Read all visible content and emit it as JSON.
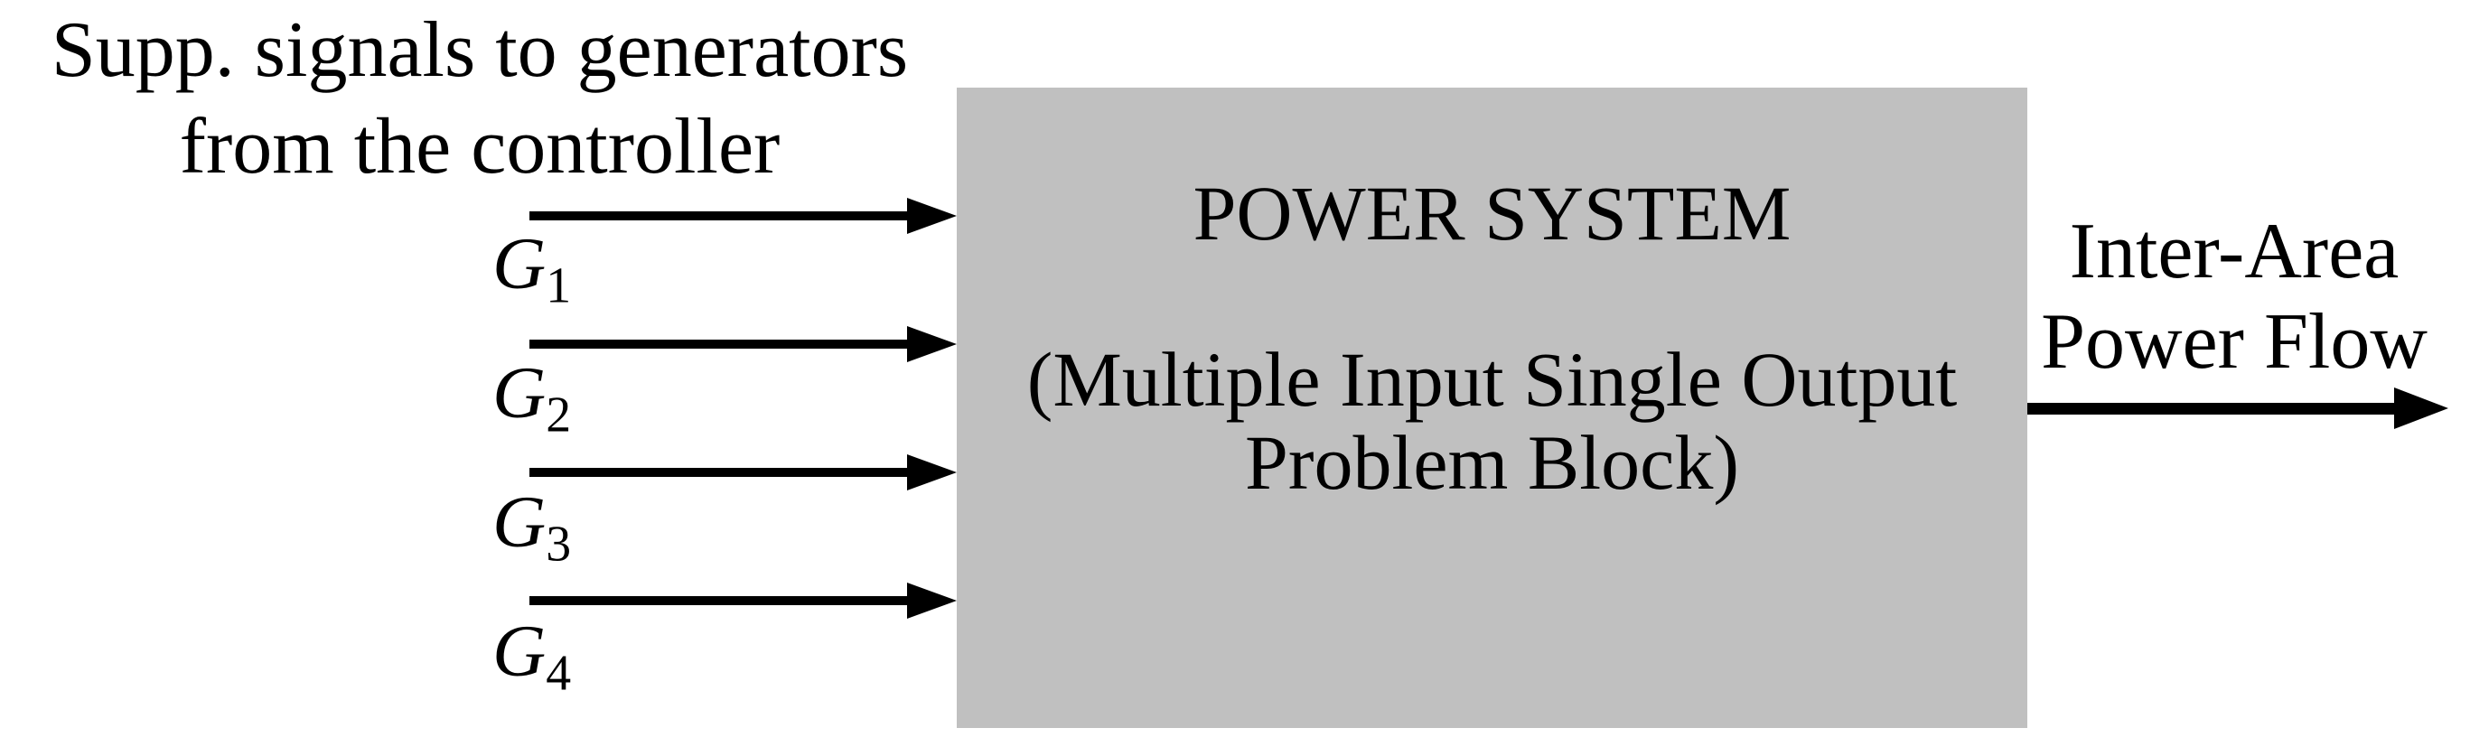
{
  "header": {
    "line1": "Supp. signals to generators",
    "line2": "from the controller"
  },
  "inputs": [
    {
      "base": "G",
      "sub": "1"
    },
    {
      "base": "G",
      "sub": "2"
    },
    {
      "base": "G",
      "sub": "3"
    },
    {
      "base": "G",
      "sub": "4"
    }
  ],
  "block": {
    "title": "POWER SYSTEM",
    "subtitle_line1": "(Multiple Input Single Output",
    "subtitle_line2": "Problem Block)"
  },
  "output": {
    "line1": "Inter-Area",
    "line2": "Power Flow"
  },
  "colors": {
    "background": "#ffffff",
    "block_fill": "#c0c0c0",
    "arrow": "#000000",
    "text": "#000000"
  }
}
